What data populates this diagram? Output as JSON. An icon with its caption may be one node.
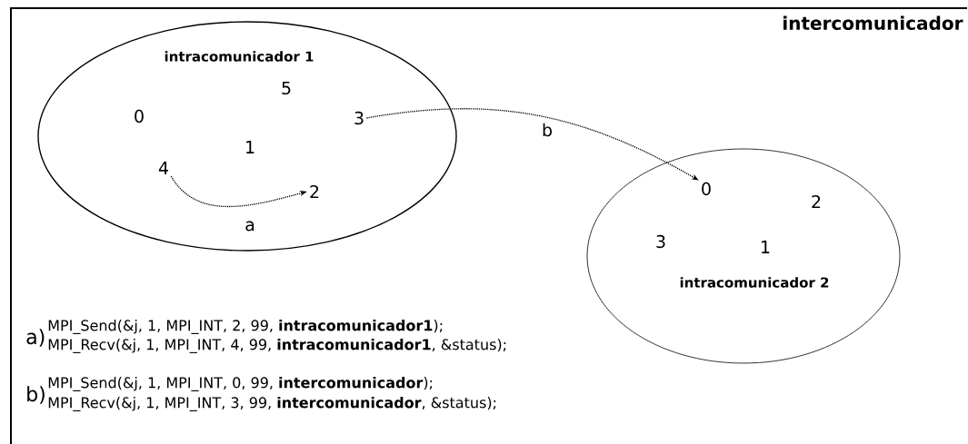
{
  "diagram": {
    "title": "intercomunicador",
    "nodes": [
      {
        "text": [
          "intracomunicador 1"
        ]
      },
      {
        "text": [
          "0"
        ],
        "in": 0
      },
      {
        "text": [
          "5"
        ],
        "in": 0
      },
      {
        "text": [
          "3"
        ],
        "in": 0
      },
      {
        "text": [
          "1"
        ],
        "in": 0
      },
      {
        "text": [
          "4"
        ],
        "in": 0
      },
      {
        "text": [
          "2"
        ],
        "in": 0
      },
      {
        "text": [
          "intracomunicador 2"
        ]
      },
      {
        "text": [
          "0"
        ],
        "in": 7
      },
      {
        "text": [
          "2"
        ],
        "in": 7
      },
      {
        "text": [
          "3"
        ],
        "in": 7
      },
      {
        "text": [
          "1"
        ],
        "in": 7
      }
    ],
    "edges": [
      {
        "from": 5,
        "to": 6,
        "arrow": "to",
        "label": "a",
        "style": "dashed"
      },
      {
        "from": 3,
        "to": 8,
        "arrow": "to",
        "label": "b",
        "style": "dashed"
      }
    ],
    "labels": [
      "a)",
      "MPI_Send(&j, 1, MPI_INT, 2, 99, **intracomunicador1**);",
      "MPI_Recv(&j, 1, MPI_INT, 4, 99, **intracomunicador1**, &status);",
      "b)",
      "MPI_Send(&j, 1, MPI_INT, 0, 99, **intercomunicador**);",
      "MPI_Recv(&j, 1, MPI_INT, 3, 99, **intercomunicador**, &status);"
    ]
  }
}
